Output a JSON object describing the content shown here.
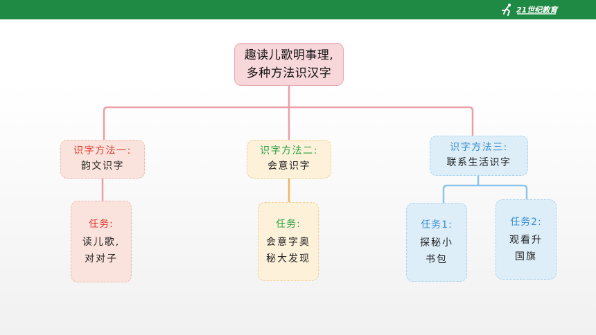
{
  "header": {
    "logo_text": "21世纪教育",
    "brand_color": "#1f8a43"
  },
  "diagram": {
    "root": {
      "line1": "趣读儿歌明事理,",
      "line2": "多种方法识汉字"
    },
    "methods": [
      {
        "title": "识字方法一:",
        "text": "韵文识字",
        "color": "#e2362b"
      },
      {
        "title": "识字方法二:",
        "text": "会意识字",
        "color": "#2aa042"
      },
      {
        "title": "识字方法三:",
        "text": "联系生活识字",
        "color": "#3a8dd0"
      }
    ],
    "tasks": [
      {
        "title": "任务:",
        "line1": "读儿歌,",
        "line2": "对对子"
      },
      {
        "title": "任务:",
        "line1": "会意字奥",
        "line2": "秘大发现"
      },
      {
        "title": "任务1:",
        "line1": "探秘小",
        "line2": "书包"
      },
      {
        "title": "任务2:",
        "line1": "观看升",
        "line2": "国旗"
      }
    ],
    "connector_colors": {
      "pink": "#ea9ea6",
      "orange": "#f2b35e",
      "blue": "#8cc4ea"
    }
  }
}
